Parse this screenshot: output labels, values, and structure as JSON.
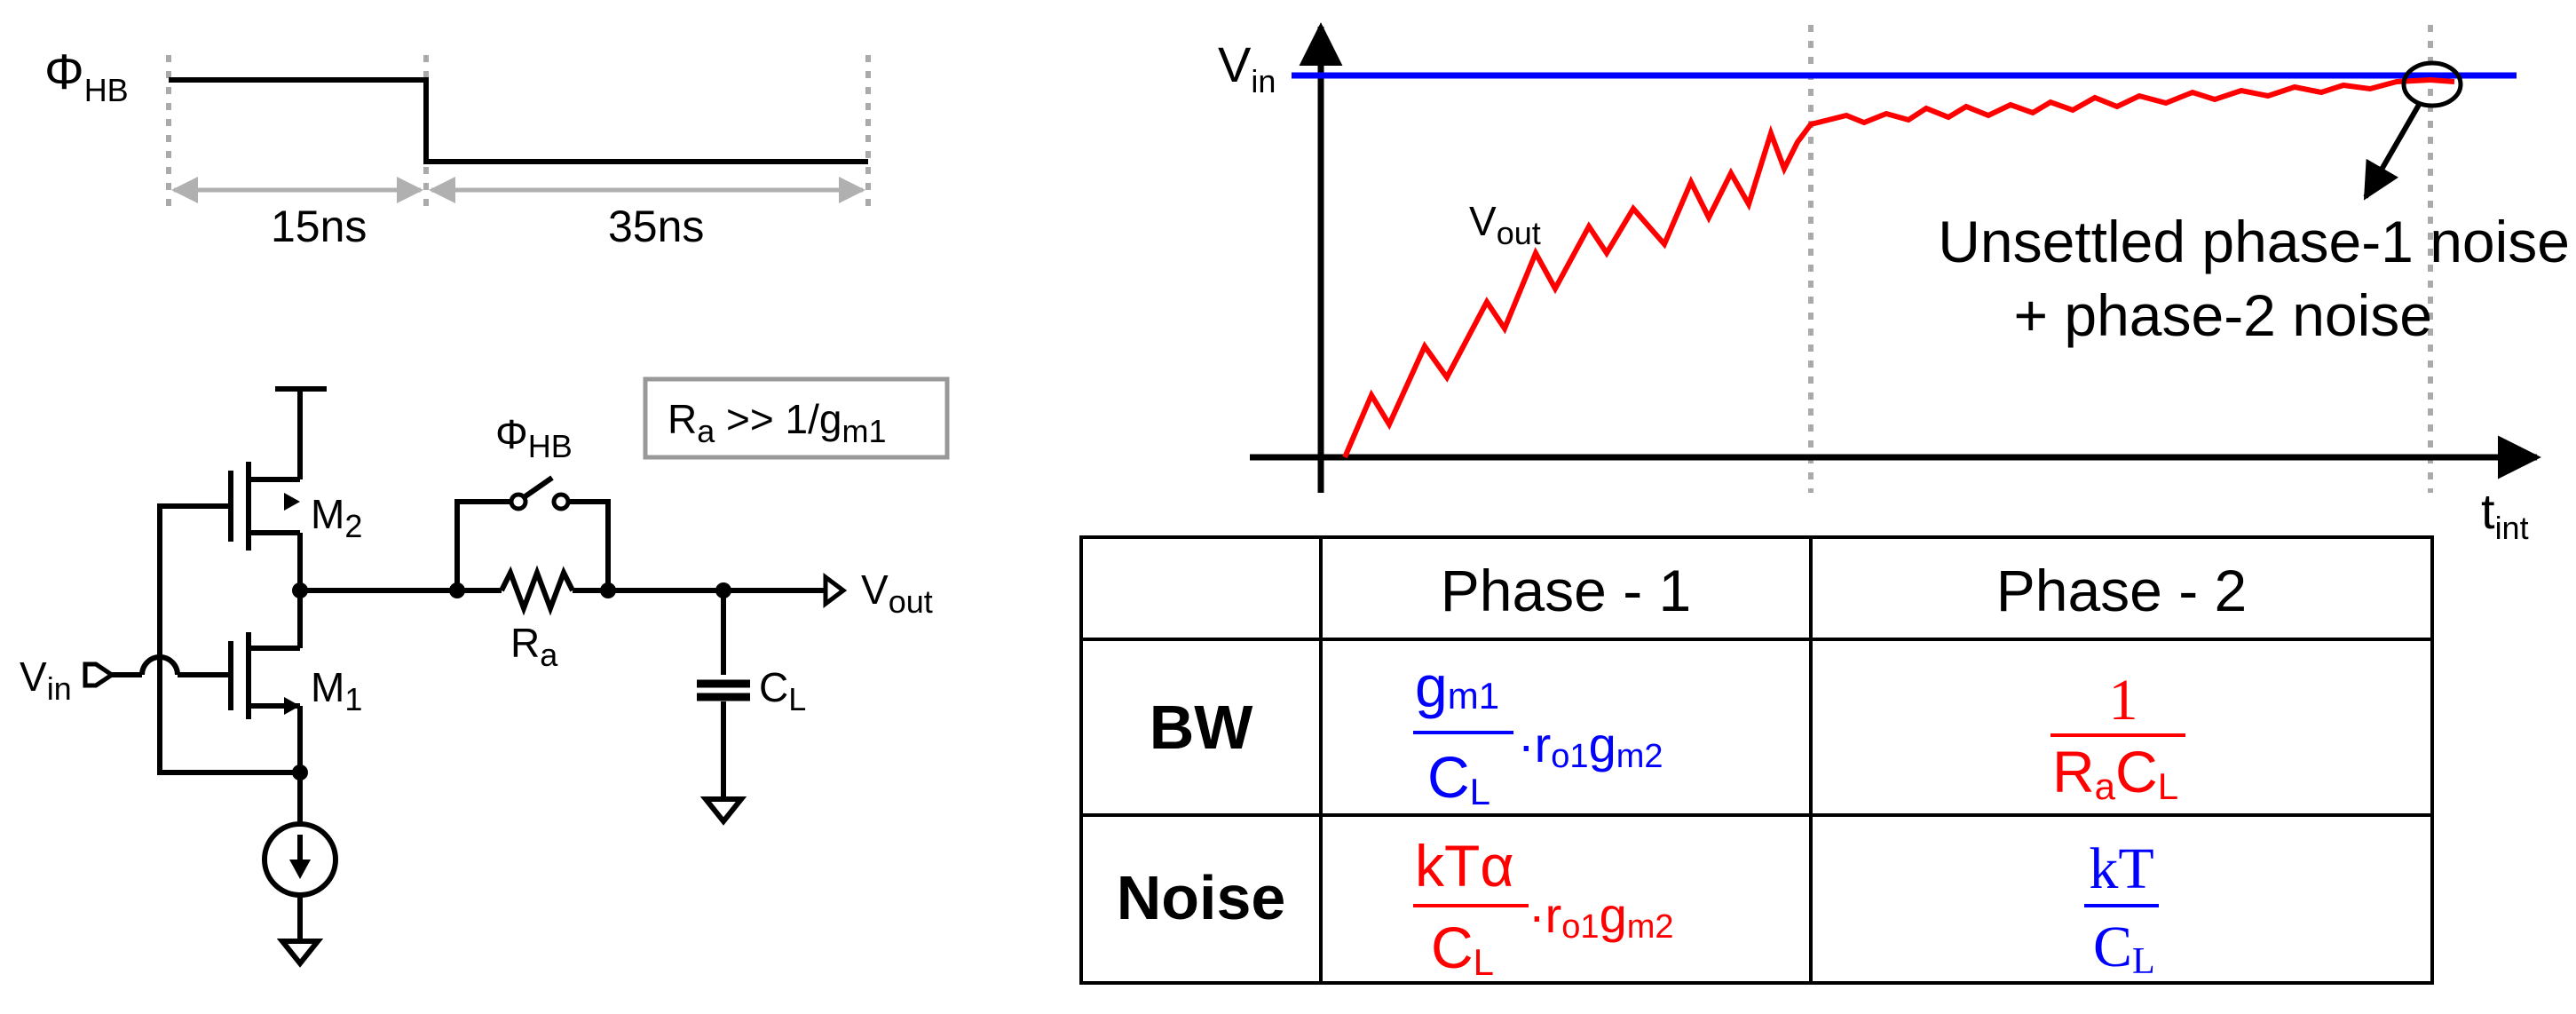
{
  "timing": {
    "signal_label": "Φ",
    "signal_sub": "HB",
    "phase1_duration": "15ns",
    "phase2_duration": "35ns"
  },
  "circuit": {
    "m2_label": "M",
    "m2_sub": "2",
    "m1_label": "M",
    "m1_sub": "1",
    "vin_label": "V",
    "vin_sub": "in",
    "vout_label": "V",
    "vout_sub": "out",
    "switch_label": "Φ",
    "switch_sub": "HB",
    "resistor_label": "R",
    "resistor_sub": "a",
    "cap_label": "C",
    "cap_sub": "L",
    "condition_lhs": "R",
    "condition_lhs_sub": "a",
    "condition_rhs": " >> 1/g",
    "condition_rhs_sub": "m1"
  },
  "settling_plot": {
    "y_label": "V",
    "y_sub": "in",
    "x_label": "t",
    "x_sub": "int",
    "curve_label": "V",
    "curve_sub": "out",
    "annotation_line1": "Unsettled phase-1 noise",
    "annotation_line2": "+ phase-2 noise",
    "vin_color": "#0000ff",
    "vout_color": "#ff0000"
  },
  "table": {
    "header_phase1": "Phase - 1",
    "header_phase2": "Phase - 2",
    "row_bw": "BW",
    "row_noise": "Noise",
    "bw_p1_num": "g",
    "bw_p1_num_sub": "m1",
    "bw_p1_den": "C",
    "bw_p1_den_sub": "L",
    "bw_p1_mult_a": "·r",
    "bw_p1_mult_a_sub": "o1",
    "bw_p1_mult_b": "g",
    "bw_p1_mult_b_sub": "m2",
    "bw_p2_num": "1",
    "bw_p2_den_a": "R",
    "bw_p2_den_a_sub": "a",
    "bw_p2_den_b": "C",
    "bw_p2_den_b_sub": "L",
    "noise_p1_num": "kTα",
    "noise_p1_den": "C",
    "noise_p1_den_sub": "L",
    "noise_p1_mult_a": "·r",
    "noise_p1_mult_a_sub": "o1",
    "noise_p1_mult_b": "g",
    "noise_p1_mult_b_sub": "m2",
    "noise_p2_num": "kT",
    "noise_p2_den": "C",
    "noise_p2_den_sub": "L",
    "color_blue": "#0000ff",
    "color_red": "#ff0000"
  }
}
